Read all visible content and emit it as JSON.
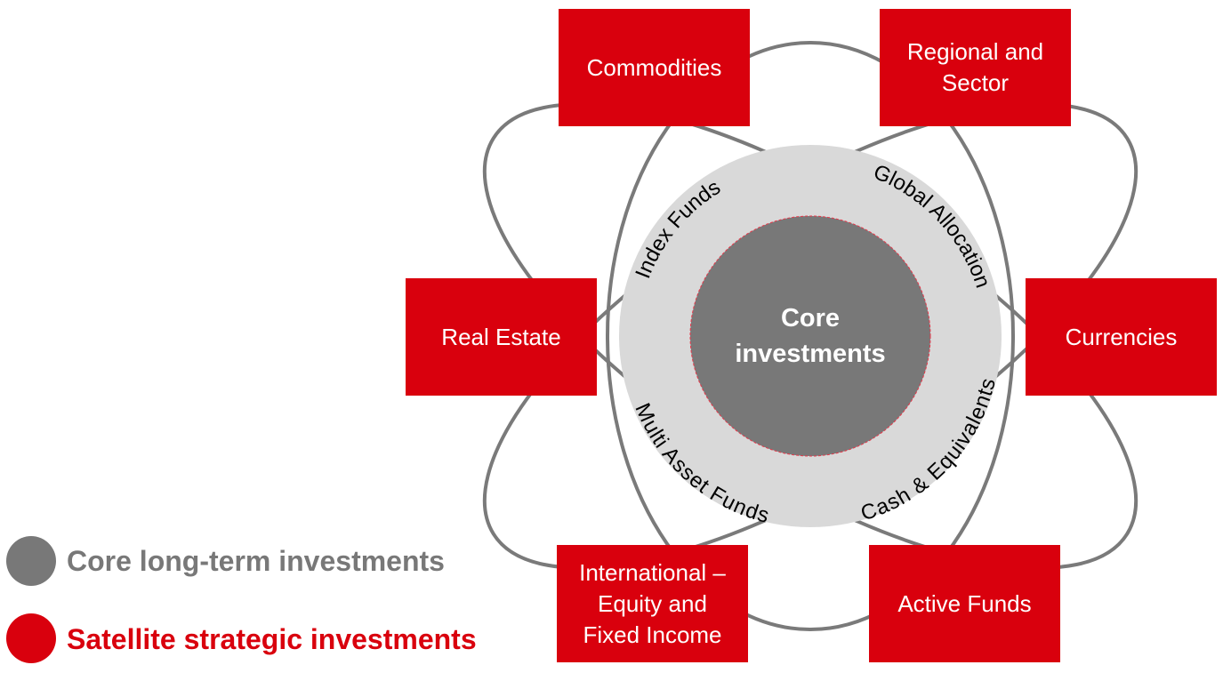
{
  "core": {
    "label": "Core\ninvestments",
    "color": "#787878",
    "ring_color": "#d9d9d9",
    "ring_labels": {
      "index_funds": "Index Funds",
      "global_allocation": "Global Allocation",
      "cash_equivalents": "Cash & Equivalents",
      "multi_asset_funds": "Multi Asset Funds"
    }
  },
  "satellites": {
    "color": "#d9000d",
    "commodities": "Commodities",
    "regional_sector": "Regional and\nSector",
    "real_estate": "Real Estate",
    "currencies": "Currencies",
    "international": "International –\nEquity and\nFixed Income",
    "active_funds": "Active Funds"
  },
  "legend": {
    "core": {
      "label": "Core long-term investments",
      "color": "#787878"
    },
    "satellite": {
      "label": "Satellite strategic investments",
      "color": "#d9000d"
    }
  },
  "orbit_color": "#7a7a7a"
}
